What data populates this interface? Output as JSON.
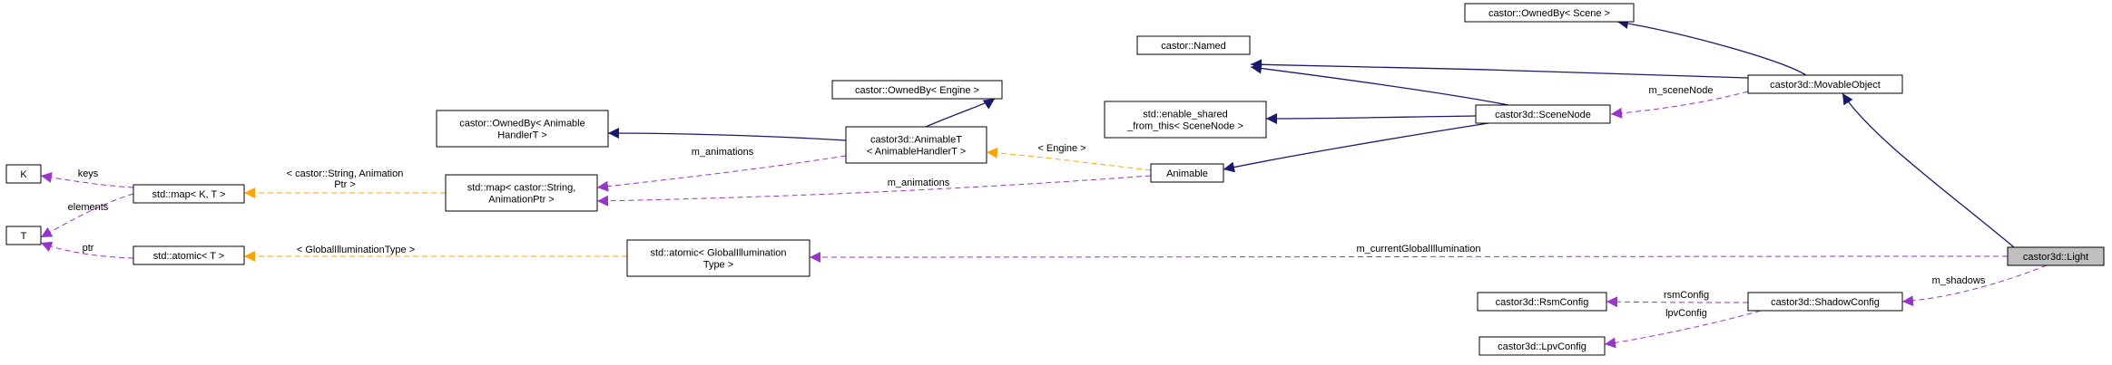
{
  "colors": {
    "inheritance": "#191970",
    "usage": "#9a32cd",
    "template": "#ffa500",
    "highlight_fill": "#bfbfbf",
    "node_border": "#000000",
    "node_fill": "#ffffff"
  },
  "nodes": [
    {
      "id": "ownedby_scene",
      "lines": [
        "castor::OwnedBy< Scene >"
      ]
    },
    {
      "id": "named",
      "lines": [
        "castor::Named"
      ]
    },
    {
      "id": "movable_object",
      "lines": [
        "castor3d::MovableObject"
      ]
    },
    {
      "id": "ownedby_engine",
      "lines": [
        "castor::OwnedBy< Engine >"
      ]
    },
    {
      "id": "enable_shared",
      "lines": [
        "std::enable_shared",
        "_from_this< SceneNode >"
      ]
    },
    {
      "id": "scene_node",
      "lines": [
        "castor3d::SceneNode"
      ]
    },
    {
      "id": "ownedby_anim_handler",
      "lines": [
        "castor::OwnedBy< Animable",
        "HandlerT >"
      ]
    },
    {
      "id": "animable_t",
      "lines": [
        "castor3d::AnimableT",
        "< AnimableHandlerT >"
      ]
    },
    {
      "id": "animable",
      "lines": [
        "Animable"
      ]
    },
    {
      "id": "K",
      "lines": [
        "K"
      ]
    },
    {
      "id": "map_kt",
      "lines": [
        "std::map< K, T >"
      ]
    },
    {
      "id": "map_string_anim",
      "lines": [
        "std::map< castor::String,",
        "AnimationPtr >"
      ]
    },
    {
      "id": "T",
      "lines": [
        "T"
      ]
    },
    {
      "id": "atomic_t",
      "lines": [
        "std::atomic< T >"
      ]
    },
    {
      "id": "atomic_gi",
      "lines": [
        "std::atomic< GlobalIllumination",
        "Type >"
      ]
    },
    {
      "id": "light",
      "lines": [
        "castor3d::Light"
      ],
      "highlighted": true
    },
    {
      "id": "rsm_config",
      "lines": [
        "castor3d::RsmConfig"
      ]
    },
    {
      "id": "shadow_config",
      "lines": [
        "castor3d::ShadowConfig"
      ]
    },
    {
      "id": "lpv_config",
      "lines": [
        "castor3d::LpvConfig"
      ]
    }
  ],
  "edges": [
    {
      "id": "e_movable_ownedby",
      "from": "movable_object",
      "to": "ownedby_scene",
      "kind": "inheritance",
      "label": []
    },
    {
      "id": "e_movable_named",
      "from": "movable_object",
      "to": "named",
      "kind": "inheritance",
      "label": []
    },
    {
      "id": "e_light_movable",
      "from": "light",
      "to": "movable_object",
      "kind": "inheritance",
      "label": []
    },
    {
      "id": "e_scenenode_named",
      "from": "scene_node",
      "to": "named",
      "kind": "inheritance",
      "label": []
    },
    {
      "id": "e_scenenode_enable",
      "from": "scene_node",
      "to": "enable_shared",
      "kind": "inheritance",
      "label": []
    },
    {
      "id": "e_scenenode_animable",
      "from": "scene_node",
      "to": "animable",
      "kind": "inheritance",
      "label": []
    },
    {
      "id": "e_movable_scenenode",
      "from": "movable_object",
      "to": "scene_node",
      "kind": "usage",
      "label": [
        "m_sceneNode"
      ]
    },
    {
      "id": "e_animablet_ownedby_engine",
      "from": "animable_t",
      "to": "ownedby_engine",
      "kind": "inheritance",
      "label": []
    },
    {
      "id": "e_animablet_ownedby_handler",
      "from": "animable_t",
      "to": "ownedby_anim_handler",
      "kind": "inheritance",
      "label": []
    },
    {
      "id": "e_animable_animablet",
      "from": "animable",
      "to": "animable_t",
      "kind": "template",
      "label": [
        "< Engine >"
      ]
    },
    {
      "id": "e_animablet_map",
      "from": "animable_t",
      "to": "map_string_anim",
      "kind": "usage",
      "label": [
        "m_animations"
      ]
    },
    {
      "id": "e_animable_map",
      "from": "animable",
      "to": "map_string_anim",
      "kind": "usage",
      "label": [
        "m_animations"
      ]
    },
    {
      "id": "e_map_template",
      "from": "map_string_anim",
      "to": "map_kt",
      "kind": "template",
      "label": [
        "< castor::String, Animation",
        "Ptr >"
      ]
    },
    {
      "id": "e_map_K",
      "from": "map_kt",
      "to": "K",
      "kind": "usage",
      "label": [
        "keys"
      ]
    },
    {
      "id": "e_map_T",
      "from": "map_kt",
      "to": "T",
      "kind": "usage",
      "label": [
        "elements"
      ]
    },
    {
      "id": "e_atomic_T",
      "from": "atomic_t",
      "to": "T",
      "kind": "usage",
      "label": [
        "ptr"
      ]
    },
    {
      "id": "e_atomicgi_template",
      "from": "atomic_gi",
      "to": "atomic_t",
      "kind": "template",
      "label": [
        "< GlobalIlluminationType >"
      ]
    },
    {
      "id": "e_light_atomicgi",
      "from": "light",
      "to": "atomic_gi",
      "kind": "usage",
      "label": [
        "m_currentGlobalIllumination"
      ]
    },
    {
      "id": "e_light_shadow",
      "from": "light",
      "to": "shadow_config",
      "kind": "usage",
      "label": [
        "m_shadows"
      ]
    },
    {
      "id": "e_shadow_rsm",
      "from": "shadow_config",
      "to": "rsm_config",
      "kind": "usage",
      "label": [
        "rsmConfig"
      ]
    },
    {
      "id": "e_shadow_lpv",
      "from": "shadow_config",
      "to": "lpv_config",
      "kind": "usage",
      "label": [
        "lpvConfig"
      ]
    }
  ]
}
